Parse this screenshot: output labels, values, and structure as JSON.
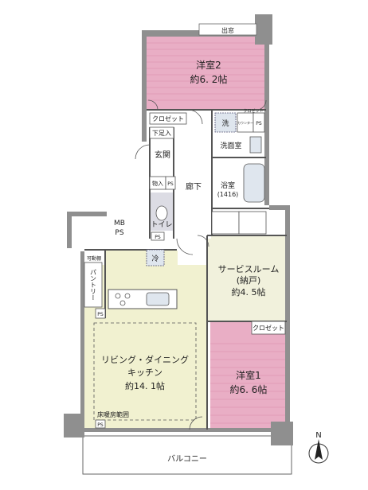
{
  "rooms": {
    "bedroom2": {
      "name": "洋室2",
      "size": "約6. 2帖"
    },
    "bedroom1": {
      "name": "洋室1",
      "size": "約6. 6帖"
    },
    "service_room": {
      "name": "サービスルーム",
      "sub": "(納戸)",
      "size": "約4. 5帖"
    },
    "ldk": {
      "name": "リビング・ダイニング",
      "sub": "キッチン",
      "size": "約14. 1帖"
    },
    "washroom": {
      "name": "洗面室"
    },
    "bathroom": {
      "name": "浴室",
      "size": "(1416)"
    },
    "toilet": {
      "name": "トイレ"
    },
    "hallway": {
      "name": "廊下"
    },
    "entrance": {
      "name": "玄関"
    },
    "balcony": {
      "name": "バルコニー"
    }
  },
  "labels": {
    "bay_window": "出窓",
    "closet": "クロゼット",
    "closet_small": "クロゼット",
    "closet_bedroom1": "クロゼット",
    "shoe_cabinet": "下足入",
    "storage": "物入",
    "ps": "PS",
    "mb": "MB",
    "washing": "洗",
    "fridge": "冷",
    "pantry": "パントリー",
    "movable_shelf": "可動棚",
    "floor_heating": "床暖房範囲",
    "closet_short": "クロ\nゼット",
    "counter": "カウンター",
    "north": "N"
  }
}
